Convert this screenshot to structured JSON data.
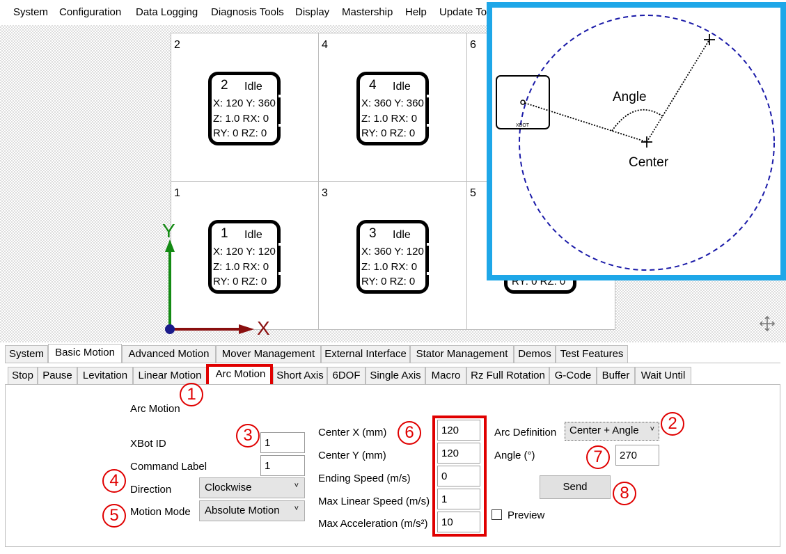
{
  "menu": [
    "System",
    "Configuration",
    "Data Logging",
    "Diagnosis Tools",
    "Display",
    "Mastership",
    "Help",
    "Update To"
  ],
  "tiles": [
    {
      "num": "2"
    },
    {
      "num": "4"
    },
    {
      "num": "6"
    },
    {
      "num": "1"
    },
    {
      "num": "3"
    },
    {
      "num": "5"
    }
  ],
  "movers": [
    {
      "id": "2",
      "state": "Idle",
      "l1": "X: 120 Y: 360",
      "l2": "Z: 1.0  RX: 0",
      "l3": "RY: 0   RZ: 0"
    },
    {
      "id": "4",
      "state": "Idle",
      "l1": "X: 360 Y: 360",
      "l2": "Z: 1.0  RX: 0",
      "l3": "RY: 0   RZ: 0"
    },
    {
      "id": "1",
      "state": "Idle",
      "l1": "X: 120 Y: 120",
      "l2": "Z: 1.0  RX: 0",
      "l3": "RY: 0   RZ: 0"
    },
    {
      "id": "3",
      "state": "Idle",
      "l1": "X: 360 Y: 120",
      "l2": "Z: 1.0  RX: 0",
      "l3": "RY: 0   RZ: 0"
    },
    {
      "partial": "RY: 0   RZ: 0"
    }
  ],
  "axes": {
    "x_label": "X",
    "y_label": "Y"
  },
  "diagram": {
    "angle_label": "Angle",
    "center_label": "Center",
    "xbot_label": "XBOT"
  },
  "main_tabs": [
    "System",
    "Basic Motion",
    "Advanced Motion",
    "Mover Management",
    "External Interface",
    "Stator Management",
    "Demos",
    "Test Features"
  ],
  "main_tab_active": "Basic Motion",
  "sub_tabs": [
    "Stop",
    "Pause",
    "Levitation",
    "Linear Motion",
    "Arc Motion",
    "Short Axis",
    "6DOF",
    "Single Axis",
    "Macro",
    "Rz Full Rotation",
    "G-Code",
    "Buffer",
    "Wait Until"
  ],
  "sub_tab_active": "Arc Motion",
  "form": {
    "section_title": "Arc Motion",
    "xbot_id_label": "XBot ID",
    "xbot_id_value": "1",
    "command_label_label": "Command Label",
    "command_label_value": "1",
    "direction_label": "Direction",
    "direction_value": "Clockwise",
    "motion_mode_label": "Motion Mode",
    "motion_mode_value": "Absolute Motion",
    "center_x_label": "Center X (mm)",
    "center_x_value": "120",
    "center_y_label": "Center Y (mm)",
    "center_y_value": "120",
    "ending_speed_label": "Ending Speed (m/s)",
    "ending_speed_value": "0",
    "max_linear_speed_label": "Max Linear Speed (m/s)",
    "max_linear_speed_value": "1",
    "max_accel_label": "Max Acceleration (m/s²)",
    "max_accel_value": "10",
    "arc_definition_label": "Arc Definition",
    "arc_definition_value": "Center + Angle",
    "angle_label": "Angle (°)",
    "angle_value": "270",
    "send_label": "Send",
    "preview_label": "Preview",
    "preview_checked": false
  },
  "callouts": [
    "1",
    "2",
    "3",
    "4",
    "5",
    "6",
    "7",
    "8"
  ],
  "colors": {
    "callout": "#e00000",
    "diagram_border": "#1ea7e8",
    "circle": "#1a1aa8",
    "y_axis": "#138a13",
    "x_axis": "#8a0f0f",
    "origin": "#1a1a8a"
  }
}
